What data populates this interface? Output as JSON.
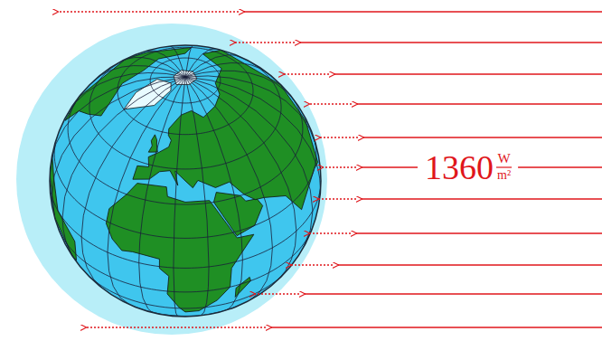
{
  "diagram": {
    "labels": [
      "1360",
      "W",
      "m²"
    ]
  }
}
